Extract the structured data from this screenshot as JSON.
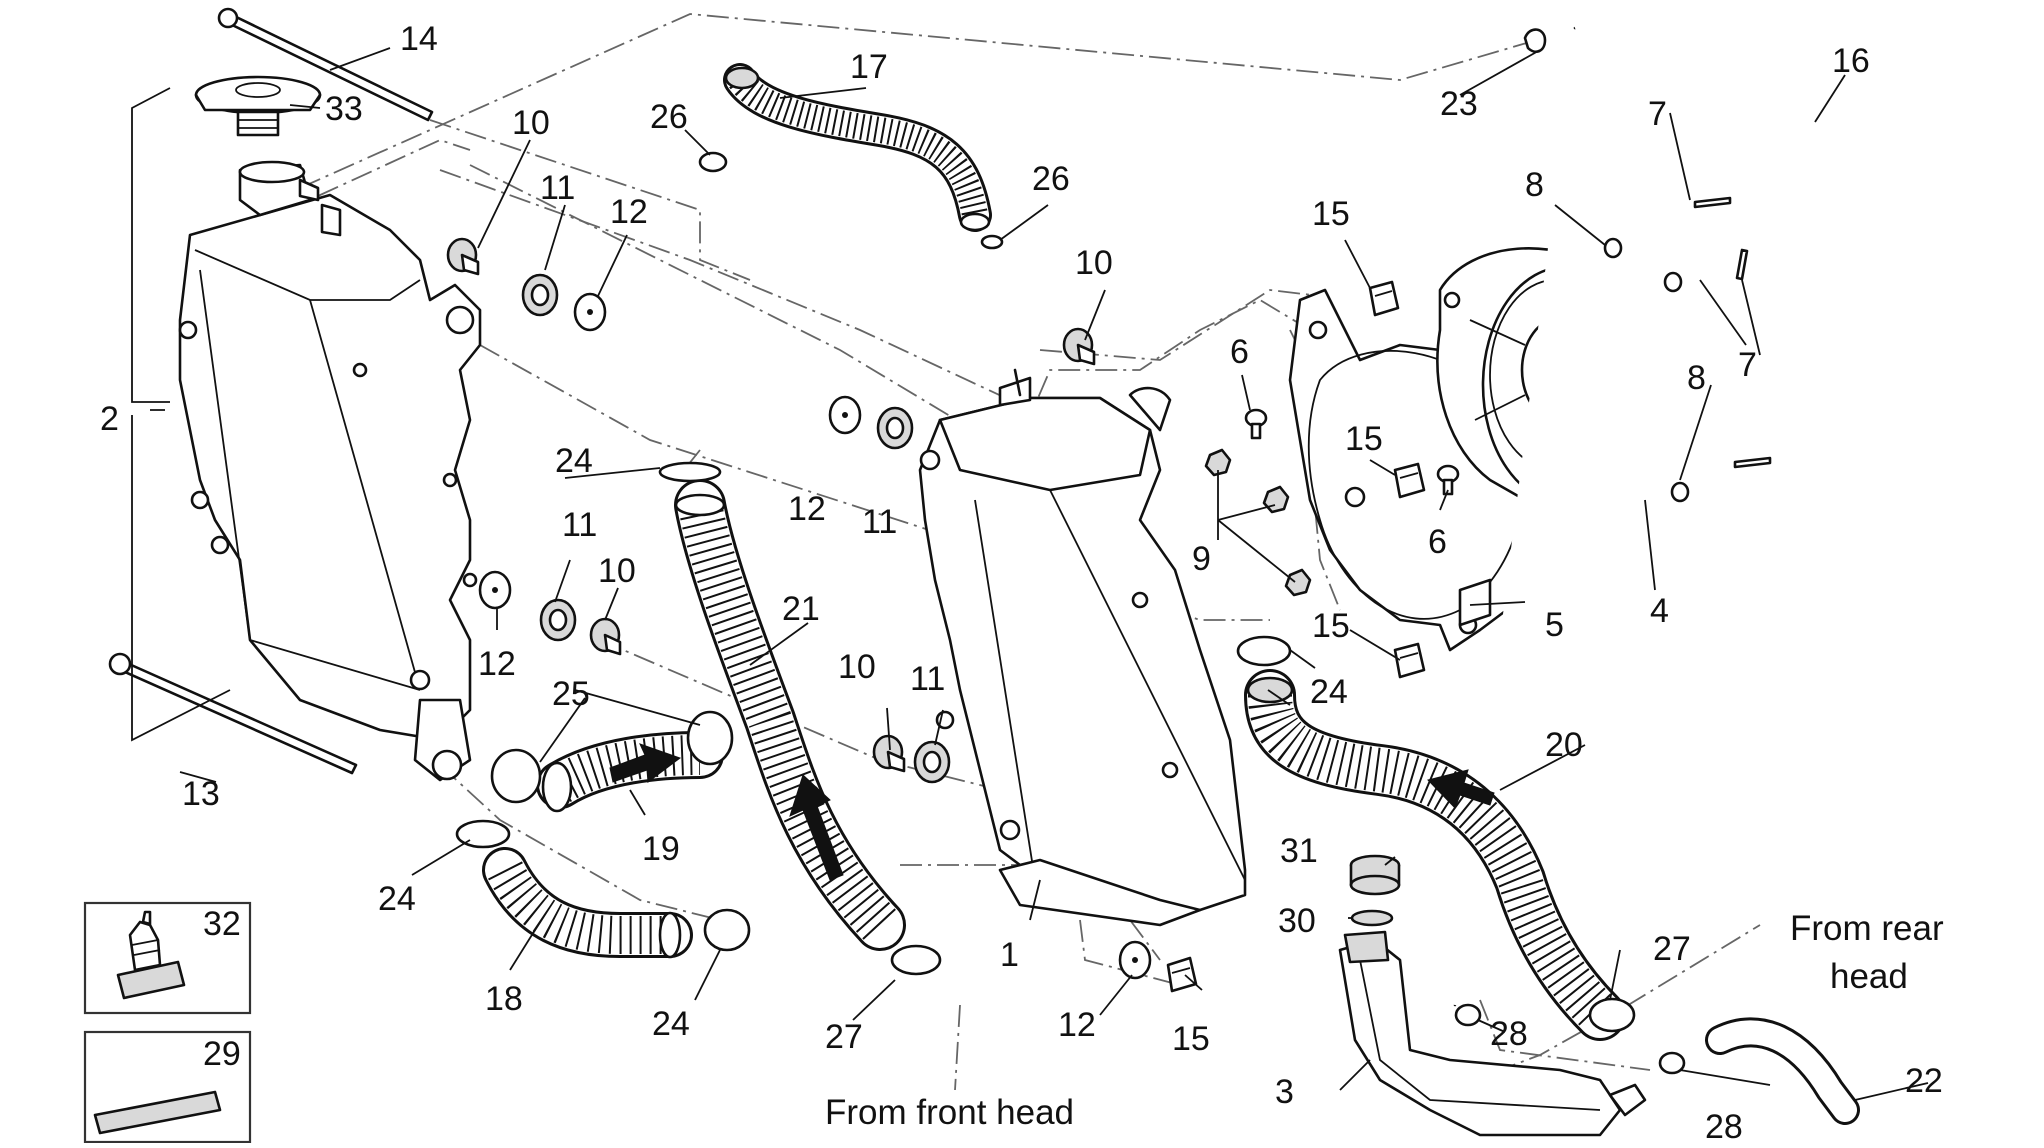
{
  "diagram": {
    "labels": {
      "p1": "1",
      "p2": "2",
      "p3": "3",
      "p4": "4",
      "p5": "5",
      "p6a": "6",
      "p6b": "6",
      "p7a": "7",
      "p7b": "7",
      "p8a": "8",
      "p8b": "8",
      "p9": "9",
      "p10a": "10",
      "p10b": "10",
      "p10c": "10",
      "p10d": "10",
      "p11a": "11",
      "p11b": "11",
      "p11c": "11",
      "p11d": "11",
      "p12a": "12",
      "p12b": "12",
      "p12c": "12",
      "p12d": "12",
      "p13": "13",
      "p14": "14",
      "p15a": "15",
      "p15b": "15",
      "p15c": "15",
      "p15d": "15",
      "p16": "16",
      "p17": "17",
      "p18": "18",
      "p19": "19",
      "p20": "20",
      "p21": "21",
      "p22": "22",
      "p23": "23",
      "p24a": "24",
      "p24b": "24",
      "p24c": "24",
      "p24d": "24",
      "p25": "25",
      "p26a": "26",
      "p26b": "26",
      "p27a": "27",
      "p27b": "27",
      "p28a": "28",
      "p28b": "28",
      "p29": "29",
      "p30": "30",
      "p31": "31",
      "p32": "32",
      "p33": "33"
    },
    "notes": {
      "front_head": "From front head",
      "rear_head_line1": "From rear",
      "rear_head_line2": "head"
    }
  },
  "colors": {
    "ink": "#111111",
    "leader": "#666666",
    "fill_shade": "#d9d9d9",
    "background": "#ffffff"
  }
}
